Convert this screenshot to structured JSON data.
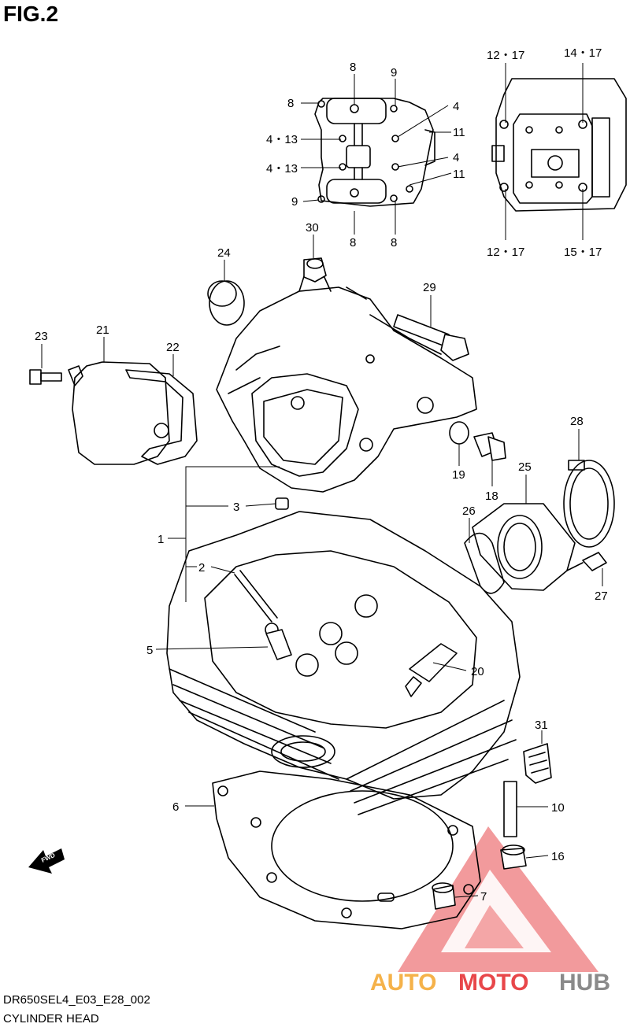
{
  "figure": {
    "title": "FIG.2"
  },
  "footer": {
    "code": "DR650SEL4_E03_E28_002",
    "name": "CYLINDER HEAD"
  },
  "watermark": {
    "part1": "AUTO",
    "part2": "MOTO",
    "part3": "HUB",
    "color_orange": "#f5b24a",
    "color_red": "#e8474a",
    "color_gray": "#8a8a8a"
  },
  "fwd_badge": "FWD",
  "callouts": {
    "c1": "1",
    "c2": "2",
    "c3": "3",
    "c4": "4",
    "c4b": "4",
    "c4_13a": "4・13",
    "c4_13b": "4・13",
    "c5": "5",
    "c6": "6",
    "c7": "7",
    "c8a": "8",
    "c8b": "8",
    "c8c": "8",
    "c8d": "8",
    "c9a": "9",
    "c9b": "9",
    "c10": "10",
    "c11a": "11",
    "c11b": "11",
    "c12_17a": "12・17",
    "c12_17b": "12・17",
    "c14_17": "14・17",
    "c15_17": "15・17",
    "c16": "16",
    "c18": "18",
    "c19": "19",
    "c20": "20",
    "c21": "21",
    "c22": "22",
    "c23": "23",
    "c24": "24",
    "c25": "25",
    "c26": "26",
    "c27": "27",
    "c28": "28",
    "c29": "29",
    "c30": "30",
    "c31": "31"
  }
}
